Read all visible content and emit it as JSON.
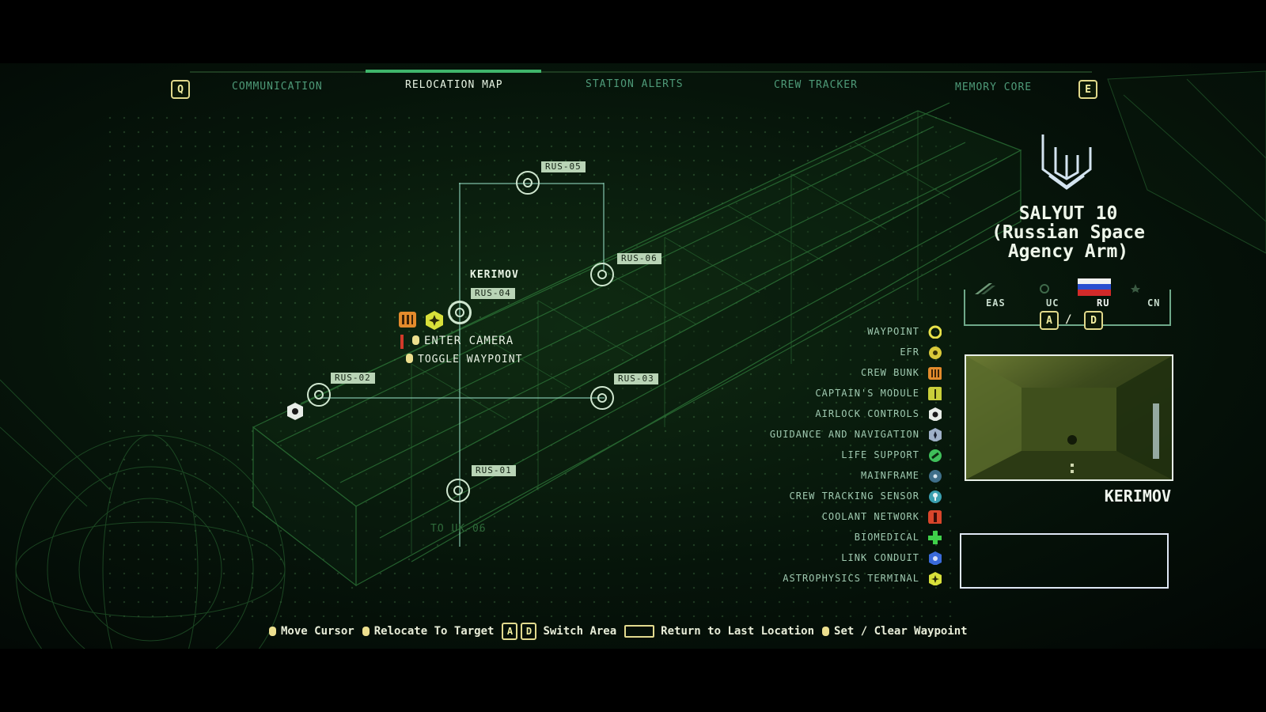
{
  "tabs": {
    "left_key": "Q",
    "right_key": "E",
    "items": [
      {
        "label": "COMMUNICATION",
        "active": false
      },
      {
        "label": "RELOCATION MAP",
        "active": true
      },
      {
        "label": "STATION ALERTS",
        "active": false
      },
      {
        "label": "CREW TRACKER",
        "active": false
      },
      {
        "label": "MEMORY CORE",
        "active": false
      }
    ]
  },
  "map": {
    "nodes": {
      "rus05": "RUS-05",
      "rus06": "RUS-06",
      "rus04": "RUS-04",
      "rus02": "RUS-02",
      "rus03": "RUS-03",
      "rus01": "RUS-01"
    },
    "player_name": "KERIMOV",
    "context_menu": {
      "enter_camera": "ENTER CAMERA",
      "toggle_waypoint": "TOGGLE WAYPOINT"
    },
    "exit_label": "TO UK-06"
  },
  "legend": [
    {
      "label": "WAYPOINT",
      "icon": "waypoint-ring-icon",
      "color": "#e8e24a"
    },
    {
      "label": "EFR",
      "icon": "efr-gear-icon",
      "color": "#d9c93a"
    },
    {
      "label": "CREW BUNK",
      "icon": "crew-bunk-icon",
      "color": "#e38b2c"
    },
    {
      "label": "CAPTAIN'S MODULE",
      "icon": "captains-module-icon",
      "color": "#c9cf3a"
    },
    {
      "label": "AIRLOCK CONTROLS",
      "icon": "airlock-hex-icon",
      "color": "#e8ede8"
    },
    {
      "label": "GUIDANCE AND NAVIGATION",
      "icon": "guidance-hex-icon",
      "color": "#9fb0c8"
    },
    {
      "label": "LIFE SUPPORT",
      "icon": "life-support-icon",
      "color": "#3fbf5a"
    },
    {
      "label": "MAINFRAME",
      "icon": "mainframe-icon",
      "color": "#3f6f8a"
    },
    {
      "label": "CREW TRACKING SENSOR",
      "icon": "crew-tracking-pin-icon",
      "color": "#3aa0b0"
    },
    {
      "label": "COOLANT NETWORK",
      "icon": "coolant-network-icon",
      "color": "#d9452b"
    },
    {
      "label": "BIOMEDICAL",
      "icon": "biomedical-cross-icon",
      "color": "#3fcf4a"
    },
    {
      "label": "LINK CONDUIT",
      "icon": "link-conduit-icon",
      "color": "#3a6ad9"
    },
    {
      "label": "ASTROPHYSICS TERMINAL",
      "icon": "astrophysics-star-icon",
      "color": "#d8e03a"
    }
  ],
  "panel": {
    "title_line1": "SALYUT 10",
    "title_line2": "(Russian Space",
    "title_line3": "Agency Arm)",
    "areas": [
      {
        "label": "EAS",
        "active": false
      },
      {
        "label": "UC",
        "active": false
      },
      {
        "label": "RU",
        "active": true
      },
      {
        "label": "CN",
        "active": false
      }
    ],
    "area_key_left": "A",
    "area_key_right": "D",
    "area_key_sep": "/",
    "camera_name": "KERIMOV"
  },
  "hints": {
    "move_cursor": "Move Cursor",
    "relocate": "Relocate To Target",
    "key_a": "A",
    "key_d": "D",
    "switch_area": "Switch Area",
    "return_last": "Return to Last Location",
    "set_clear": "Set / Clear Waypoint"
  }
}
